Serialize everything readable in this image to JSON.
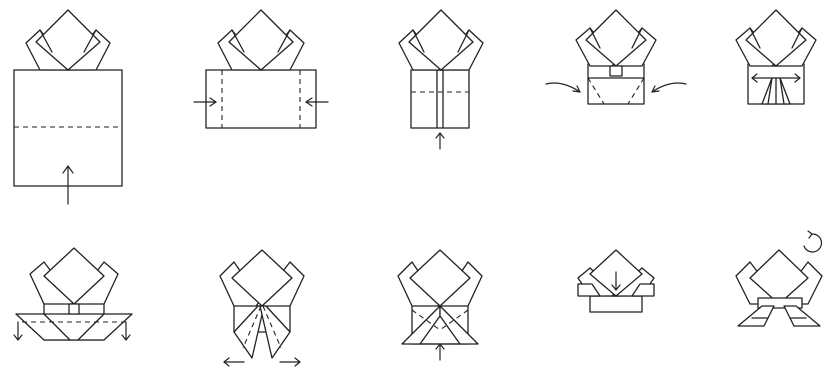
{
  "diagram": {
    "kind": "origami-instructions",
    "line_color": "#222222",
    "background": "#ffffff",
    "step_count": 10,
    "steps": [
      {
        "step": 1,
        "action": "fold-up",
        "fold_line": "dashed-horizontal"
      },
      {
        "step": 2,
        "action": "fold-sides-in",
        "fold_line": "dashed-vertical"
      },
      {
        "step": 3,
        "action": "fold-up",
        "fold_line": "dashed-horizontal"
      },
      {
        "step": 4,
        "action": "fold-corners-in",
        "fold_line": "dashed-diagonal"
      },
      {
        "step": 5,
        "action": "pull-out-sides",
        "fold_line": "none"
      },
      {
        "step": 6,
        "action": "fold-down",
        "fold_line": "dashed-horizontal"
      },
      {
        "step": 7,
        "action": "pull-out-flaps",
        "fold_line": "dashed-diagonal"
      },
      {
        "step": 8,
        "action": "fold-up",
        "fold_line": "dashed-diagonal"
      },
      {
        "step": 9,
        "action": "fold-down",
        "fold_line": "none"
      },
      {
        "step": 10,
        "action": "turn-over",
        "fold_line": "none"
      }
    ]
  }
}
